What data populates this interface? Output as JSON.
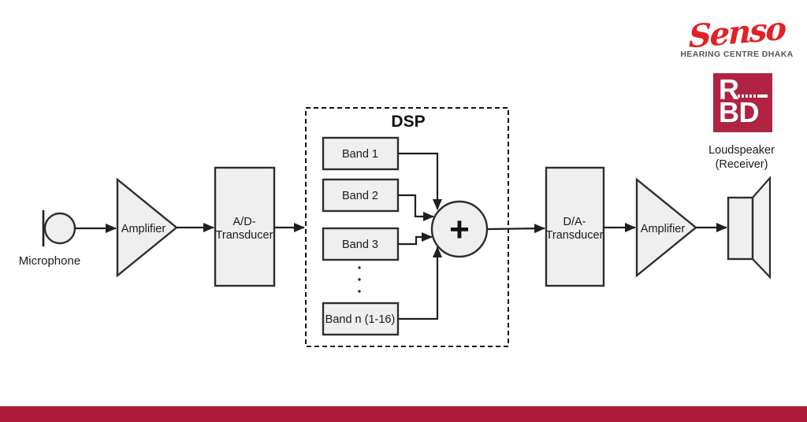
{
  "header": {
    "brand_script": "Senso",
    "brand_tagline": "HEARING CENTRE DHAKA",
    "badge": {
      "top": "R",
      "bottom": "BD"
    }
  },
  "diagram": {
    "dsp_label": "DSP",
    "microphone_label": "Microphone",
    "input_amplifier_label": "Amplifier",
    "ad_transducer_line1": "A/D-",
    "ad_transducer_line2": "Transducer",
    "bands": [
      "Band 1",
      "Band 2",
      "Band 3",
      "Band n (1-16)"
    ],
    "sum_symbol": "+",
    "da_transducer_line1": "D/A-",
    "da_transducer_line2": "Transducer",
    "output_amplifier_label": "Amplifier",
    "loudspeaker_line1": "Loudspeaker",
    "loudspeaker_line2": "(Receiver)"
  },
  "colors": {
    "brand_red": "#e32027",
    "badge_background": "#b02343",
    "footer_bar": "#ac1b39",
    "tagline_gray": "#55565a",
    "diagram_stroke": "#2e2e2e",
    "diagram_fill": "#efefef"
  }
}
